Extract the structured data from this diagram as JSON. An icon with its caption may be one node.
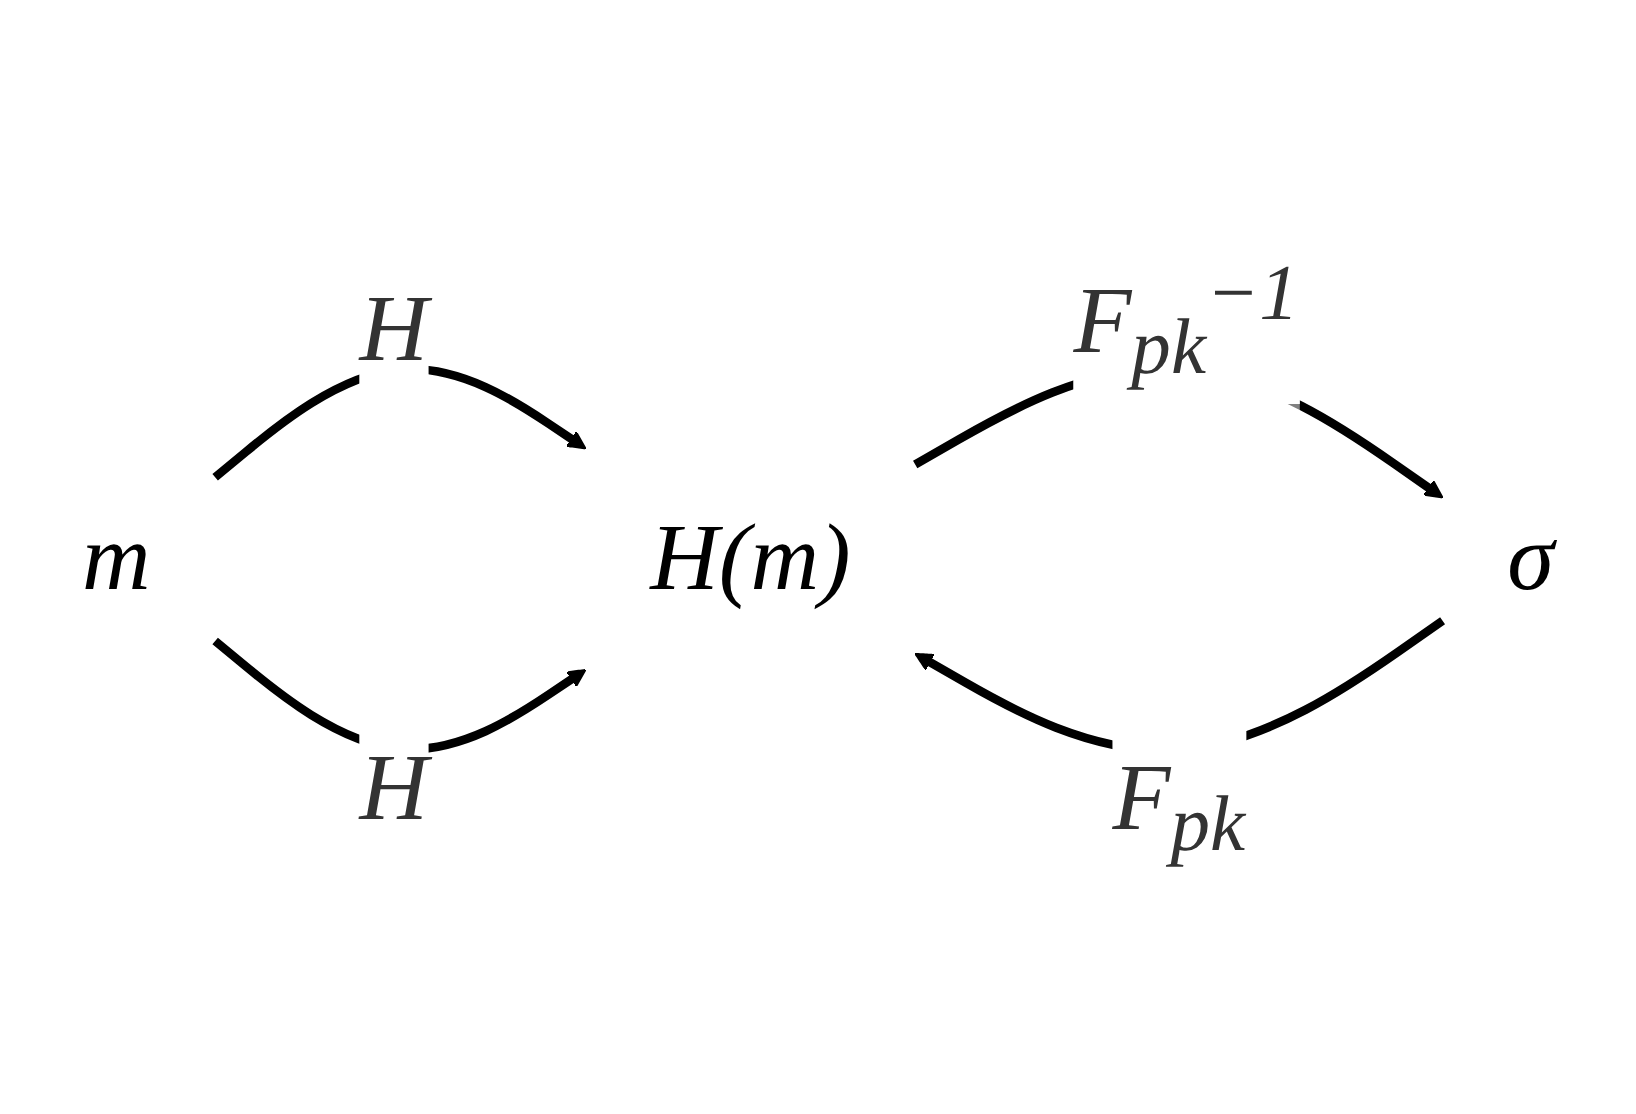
{
  "diagram": {
    "nodes": [
      {
        "text": [
          "m"
        ]
      },
      {
        "text": [
          "H(m)"
        ]
      },
      {
        "text": [
          "σ"
        ]
      }
    ],
    "edges": [
      {
        "from": 0,
        "to": 1,
        "arrow": "to",
        "label": "H"
      },
      {
        "from": 0,
        "to": 1,
        "arrow": "to",
        "label": "H"
      },
      {
        "from": 2,
        "to": 1,
        "arrow": "to",
        "label": "F$_{pk}$"
      },
      {
        "from": 1,
        "to": 2,
        "arrow": "to",
        "label": "F$_{pk}$$^{−1}$"
      }
    ]
  }
}
